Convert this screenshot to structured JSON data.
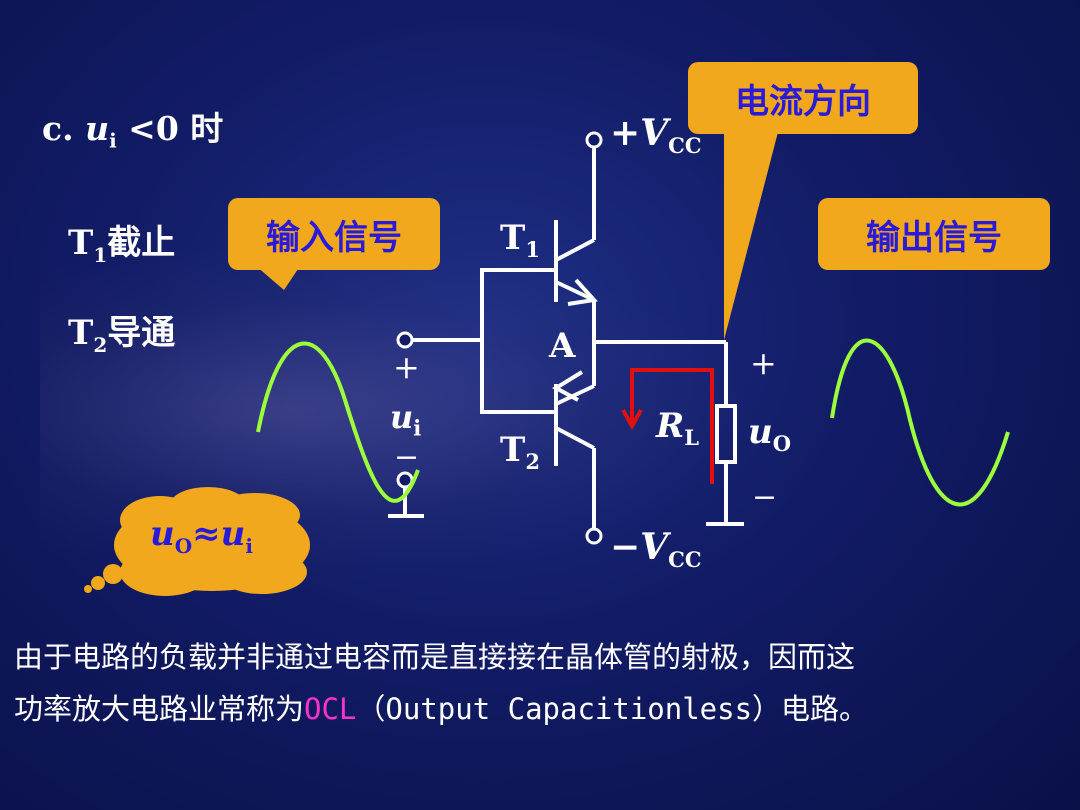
{
  "heading": {
    "prefix": "c. ",
    "var": "u",
    "sub": "i",
    "cond": " <0 时"
  },
  "states": {
    "t1": {
      "name": "T",
      "sub": "1",
      "text": "截止"
    },
    "t2": {
      "name": "T",
      "sub": "2",
      "text": "导通"
    }
  },
  "callouts": {
    "input": "输入信号",
    "output": "输出信号",
    "current": "电流方向"
  },
  "circuit": {
    "vcc_pos": {
      "sign": "+",
      "var": "V",
      "sub": "CC"
    },
    "vcc_neg": {
      "sign": "−",
      "var": "V",
      "sub": "CC"
    },
    "t1": {
      "name": "T",
      "sub": "1"
    },
    "t2": {
      "name": "T",
      "sub": "2"
    },
    "node": "A",
    "in_plus": "+",
    "in_minus": "−",
    "in_var": "u",
    "in_sub": "i",
    "out_plus": "+",
    "out_minus": "−",
    "out_var": "u",
    "out_sub": "O",
    "load_var": "R",
    "load_sub": "L"
  },
  "thought": {
    "a": "u",
    "a_sub": "O",
    "op": "≈",
    "b": "u",
    "b_sub": "i"
  },
  "body": {
    "line1": "由于电路的负载并非通过电容而是直接接在晶体管的射极，因而这",
    "line2_before": "功率放大电路业常称为",
    "line2_highlight": "OCL",
    "line2_after": "（Output Capacitionless）电路。"
  },
  "colors": {
    "background": "#121c66",
    "callout": "#f2a81d",
    "callout_text": "#2a1bd8",
    "wave": "#9cff3a",
    "current_arrow": "#e01010",
    "highlight": "#ff33cc"
  }
}
